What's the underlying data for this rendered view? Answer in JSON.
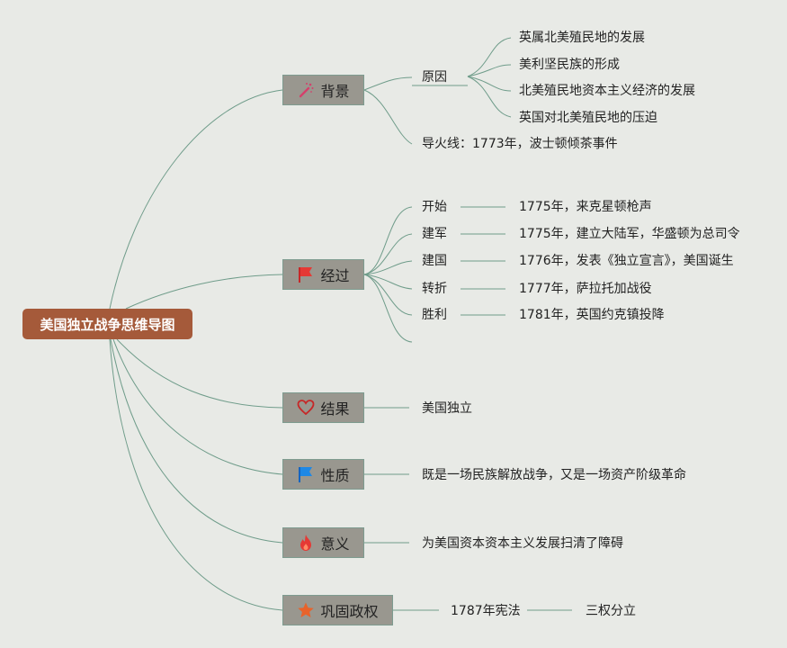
{
  "root": {
    "label": "美国独立战争思维导图"
  },
  "branches": {
    "background": {
      "label": "背景",
      "icon": "magic-wand-icon",
      "cause_label": "原因",
      "causes": [
        "英属北美殖民地的发展",
        "美利坚民族的形成",
        "北美殖民地资本主义经济的发展",
        "英国对北美殖民地的压迫"
      ],
      "fuse": "导火线：1773年，波士顿倾茶事件"
    },
    "process": {
      "label": "经过",
      "icon": "red-flag-icon",
      "stages": [
        {
          "label": "开始",
          "detail": "1775年，来克星顿枪声"
        },
        {
          "label": "建军",
          "detail": "1775年，建立大陆军，华盛顿为总司令"
        },
        {
          "label": "建国",
          "detail": "1776年，发表《独立宣言》，美国诞生"
        },
        {
          "label": "转折",
          "detail": "1777年，萨拉托加战役"
        },
        {
          "label": "胜利",
          "detail": "1781年，英国约克镇投降"
        }
      ]
    },
    "result": {
      "label": "结果",
      "icon": "heart-icon",
      "detail": "美国独立"
    },
    "nature": {
      "label": "性质",
      "icon": "blue-flag-icon",
      "detail": "既是一场民族解放战争，又是一场资产阶级革命"
    },
    "significance": {
      "label": "意义",
      "icon": "fire-icon",
      "detail": "为美国资本资本主义发展扫清了障碍"
    },
    "consolidate": {
      "label": "巩固政权",
      "icon": "star-icon",
      "detail": "1787年宪法",
      "sub_detail": "三权分立"
    }
  },
  "colors": {
    "root": "#a55a3a",
    "branch": "#99978f",
    "line": "#6f9c8a",
    "background": "#e8eae6"
  }
}
